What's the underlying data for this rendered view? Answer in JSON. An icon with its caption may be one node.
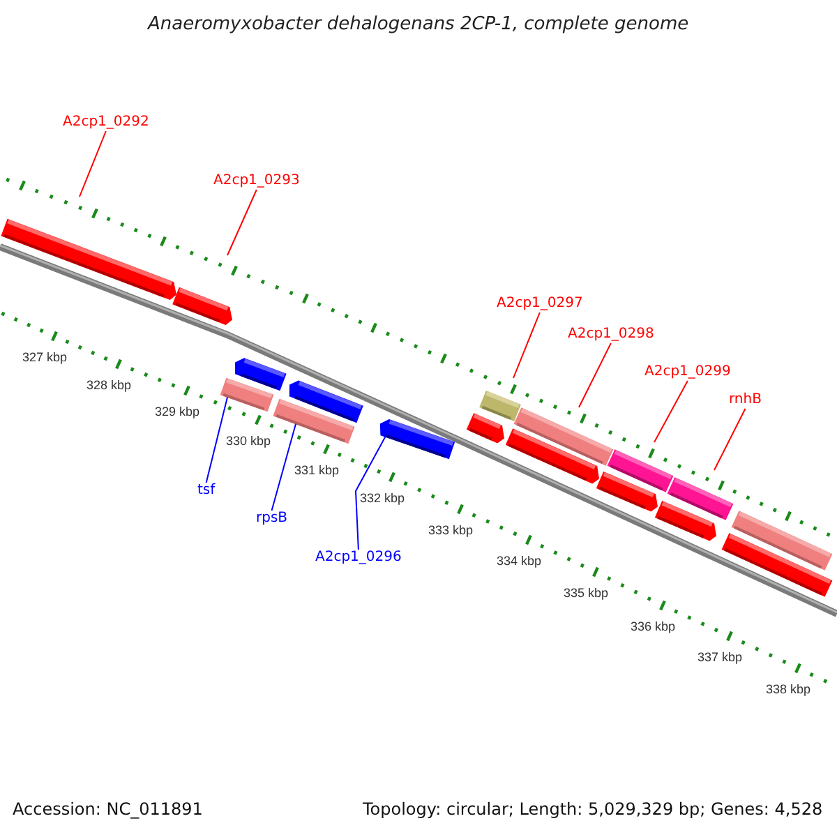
{
  "diagram": {
    "title": "Anaeromyxobacter dehalogenans 2CP-1, complete genome",
    "nodes": [
      {
        "text": [
          "A2cp1_0292"
        ]
      },
      {
        "text": [
          "A2cp1_0293"
        ]
      },
      {
        "text": [
          "A2cp1_0297"
        ]
      },
      {
        "text": [
          "A2cp1_0298"
        ]
      },
      {
        "text": [
          "A2cp1_0299"
        ]
      },
      {
        "text": [
          "rnhB"
        ]
      },
      {
        "text": [
          "tsf"
        ]
      },
      {
        "text": [
          "rpsB"
        ]
      },
      {
        "text": [
          "A2cp1_0296"
        ]
      },
      {
        "text": [],
        "shape": "arrow"
      },
      {
        "text": [],
        "shape": "arrow"
      },
      {
        "text": [],
        "shape": "arrow"
      },
      {
        "text": [],
        "shape": "bar"
      },
      {
        "text": [],
        "shape": "arrow"
      },
      {
        "text": [],
        "shape": "bar"
      },
      {
        "text": [],
        "shape": "arrow"
      },
      {
        "text": [],
        "shape": "bar"
      },
      {
        "text": [],
        "shape": "arrow"
      },
      {
        "text": [],
        "shape": "bar"
      },
      {
        "text": [],
        "shape": "arrow"
      },
      {
        "text": [],
        "shape": "bar"
      },
      {
        "text": [],
        "shape": "arrow"
      },
      {
        "text": [],
        "shape": "bar"
      },
      {
        "text": [],
        "shape": "arrow"
      },
      {
        "text": [],
        "shape": "bar"
      },
      {
        "text": [],
        "shape": "arrow"
      }
    ],
    "edges": [
      {
        "from": 0,
        "to": null,
        "arrow": "none"
      },
      {
        "from": 1,
        "to": null,
        "arrow": "none"
      },
      {
        "from": 2,
        "to": null,
        "arrow": "none"
      },
      {
        "from": 3,
        "to": null,
        "arrow": "none"
      },
      {
        "from": 4,
        "to": null,
        "arrow": "none"
      },
      {
        "from": 5,
        "to": null,
        "arrow": "none"
      },
      {
        "from": 6,
        "to": 12,
        "arrow": "none",
        "color": "#0000ff"
      },
      {
        "from": 7,
        "to": 14,
        "arrow": "none",
        "color": "#0000ff"
      },
      {
        "from": 8,
        "to": 15,
        "arrow": "none",
        "color": "#0000ff"
      }
    ],
    "labels": [
      "327 kbp",
      "328 kbp",
      "329 kbp",
      "330 kbp",
      "331 kbp",
      "332 kbp",
      "333 kbp",
      "334 kbp",
      "335 kbp",
      "336 kbp",
      "337 kbp",
      "338 kbp",
      "Accession: NC_011891",
      "Topology: circular; Length: 5,029,329 bp; Genes: 4,528"
    ]
  }
}
